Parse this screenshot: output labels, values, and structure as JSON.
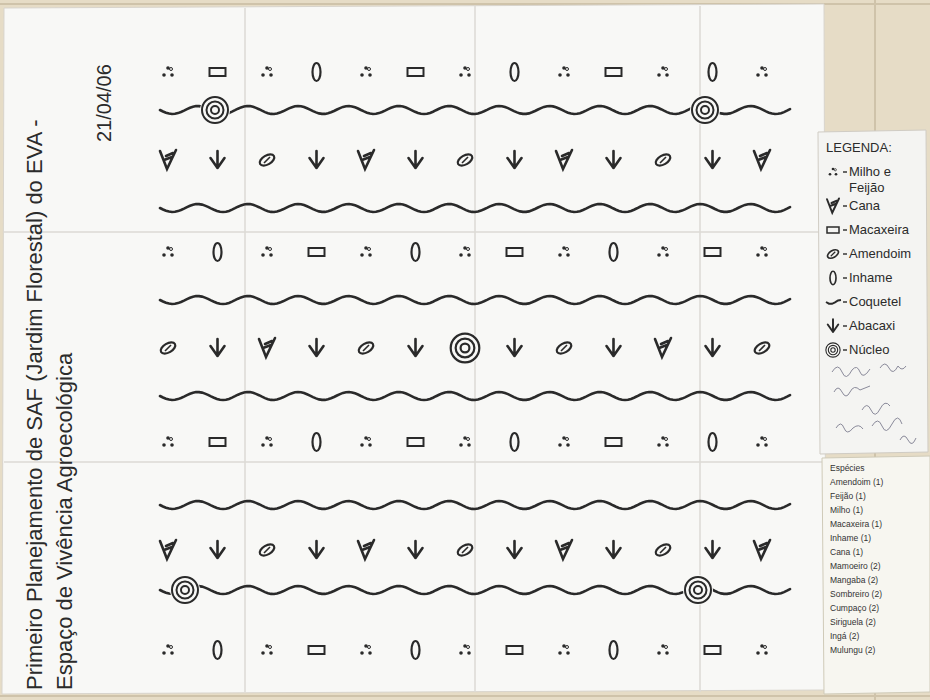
{
  "diagram": {
    "title": "Primeiro Planejamento de SAF (Jardim Florestal) do EVA - Espaço de Vivência Agroecológica",
    "labels": [
      "21/04/06",
      "Espécies",
      "Amendoim (1)",
      "Feijão (1)",
      "Milho (1)",
      "Macaxeira (1)",
      "Inhame (1)",
      "Cana (1)",
      "Mamoeiro (2)",
      "Mangaba (2)",
      "Sombreiro (2)",
      "Cumpaço (2)",
      "Siriguela (2)",
      "Ingá (2)",
      "Mulungu (2)"
    ],
    "legend": [
      {
        "text": "LEGENDA:"
      },
      {
        "text": "Milho e Feijão"
      },
      {
        "text": "Cana"
      },
      {
        "text": "Macaxeira"
      },
      {
        "text": "Amendoim"
      },
      {
        "text": "Inhame"
      },
      {
        "text": "Coquetel"
      },
      {
        "text": "Abacaxi"
      },
      {
        "text": "Núcleo"
      }
    ]
  }
}
